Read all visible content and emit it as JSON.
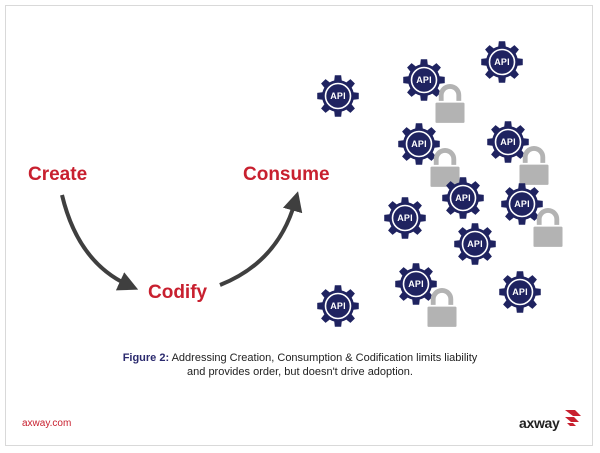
{
  "flow": {
    "create": "Create",
    "codify": "Codify",
    "consume": "Consume"
  },
  "gears": [
    {
      "label": "API",
      "locked": false
    },
    {
      "label": "API",
      "locked": true
    },
    {
      "label": "API",
      "locked": false
    },
    {
      "label": "API",
      "locked": true
    },
    {
      "label": "API",
      "locked": true
    },
    {
      "label": "API",
      "locked": false
    },
    {
      "label": "API",
      "locked": false
    },
    {
      "label": "API",
      "locked": true
    },
    {
      "label": "API",
      "locked": false
    },
    {
      "label": "API",
      "locked": true
    },
    {
      "label": "API",
      "locked": false
    },
    {
      "label": "API",
      "locked": false
    }
  ],
  "caption": {
    "lead": "Figure 2:",
    "line1": "Addressing Creation, Consumption & Codification limits liability",
    "line2": "and provides order, but doesn't drive adoption."
  },
  "footer": {
    "url": "axway.com",
    "brand": "axway"
  },
  "colors": {
    "accent": "#c8202f",
    "gear": "#1f2360",
    "lock": "#b3b3b3",
    "arrow": "#3f3f3f"
  }
}
